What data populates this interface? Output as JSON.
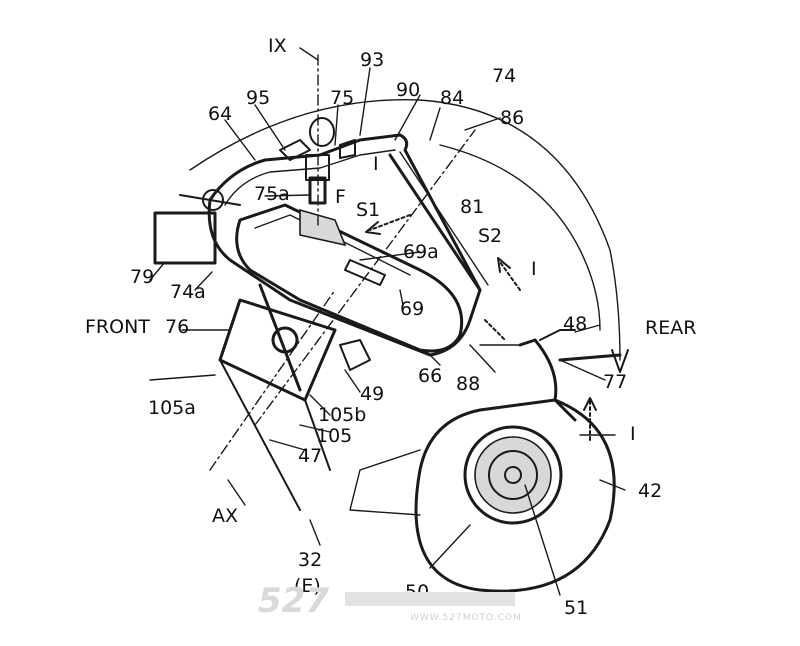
{
  "labels": {
    "IX": "IX",
    "n93": "93",
    "n74": "74",
    "n95": "95",
    "n75": "75",
    "n90": "90",
    "n84": "84",
    "n86": "86",
    "n64": "64",
    "I_top": "I",
    "n75a": "75a",
    "F": "F",
    "S1": "S1",
    "n81": "81",
    "S2": "S2",
    "n69a": "69a",
    "I_right": "I",
    "n79": "79",
    "n74a": "74a",
    "n69": "69",
    "FRONT": "FRONT",
    "n76": "76",
    "n48": "48",
    "REAR": "REAR",
    "n66": "66",
    "n88": "88",
    "n77": "77",
    "n105a": "105a",
    "n49": "49",
    "n105b": "105b",
    "n105": "105",
    "I_bottom": "I",
    "n47": "47",
    "n42": "42",
    "AX": "AX",
    "n32": "32",
    "E": "(E)",
    "n50": "50",
    "n51": "51"
  },
  "watermark": {
    "main": "527",
    "sub": "WWW.527MOTO.COM"
  }
}
